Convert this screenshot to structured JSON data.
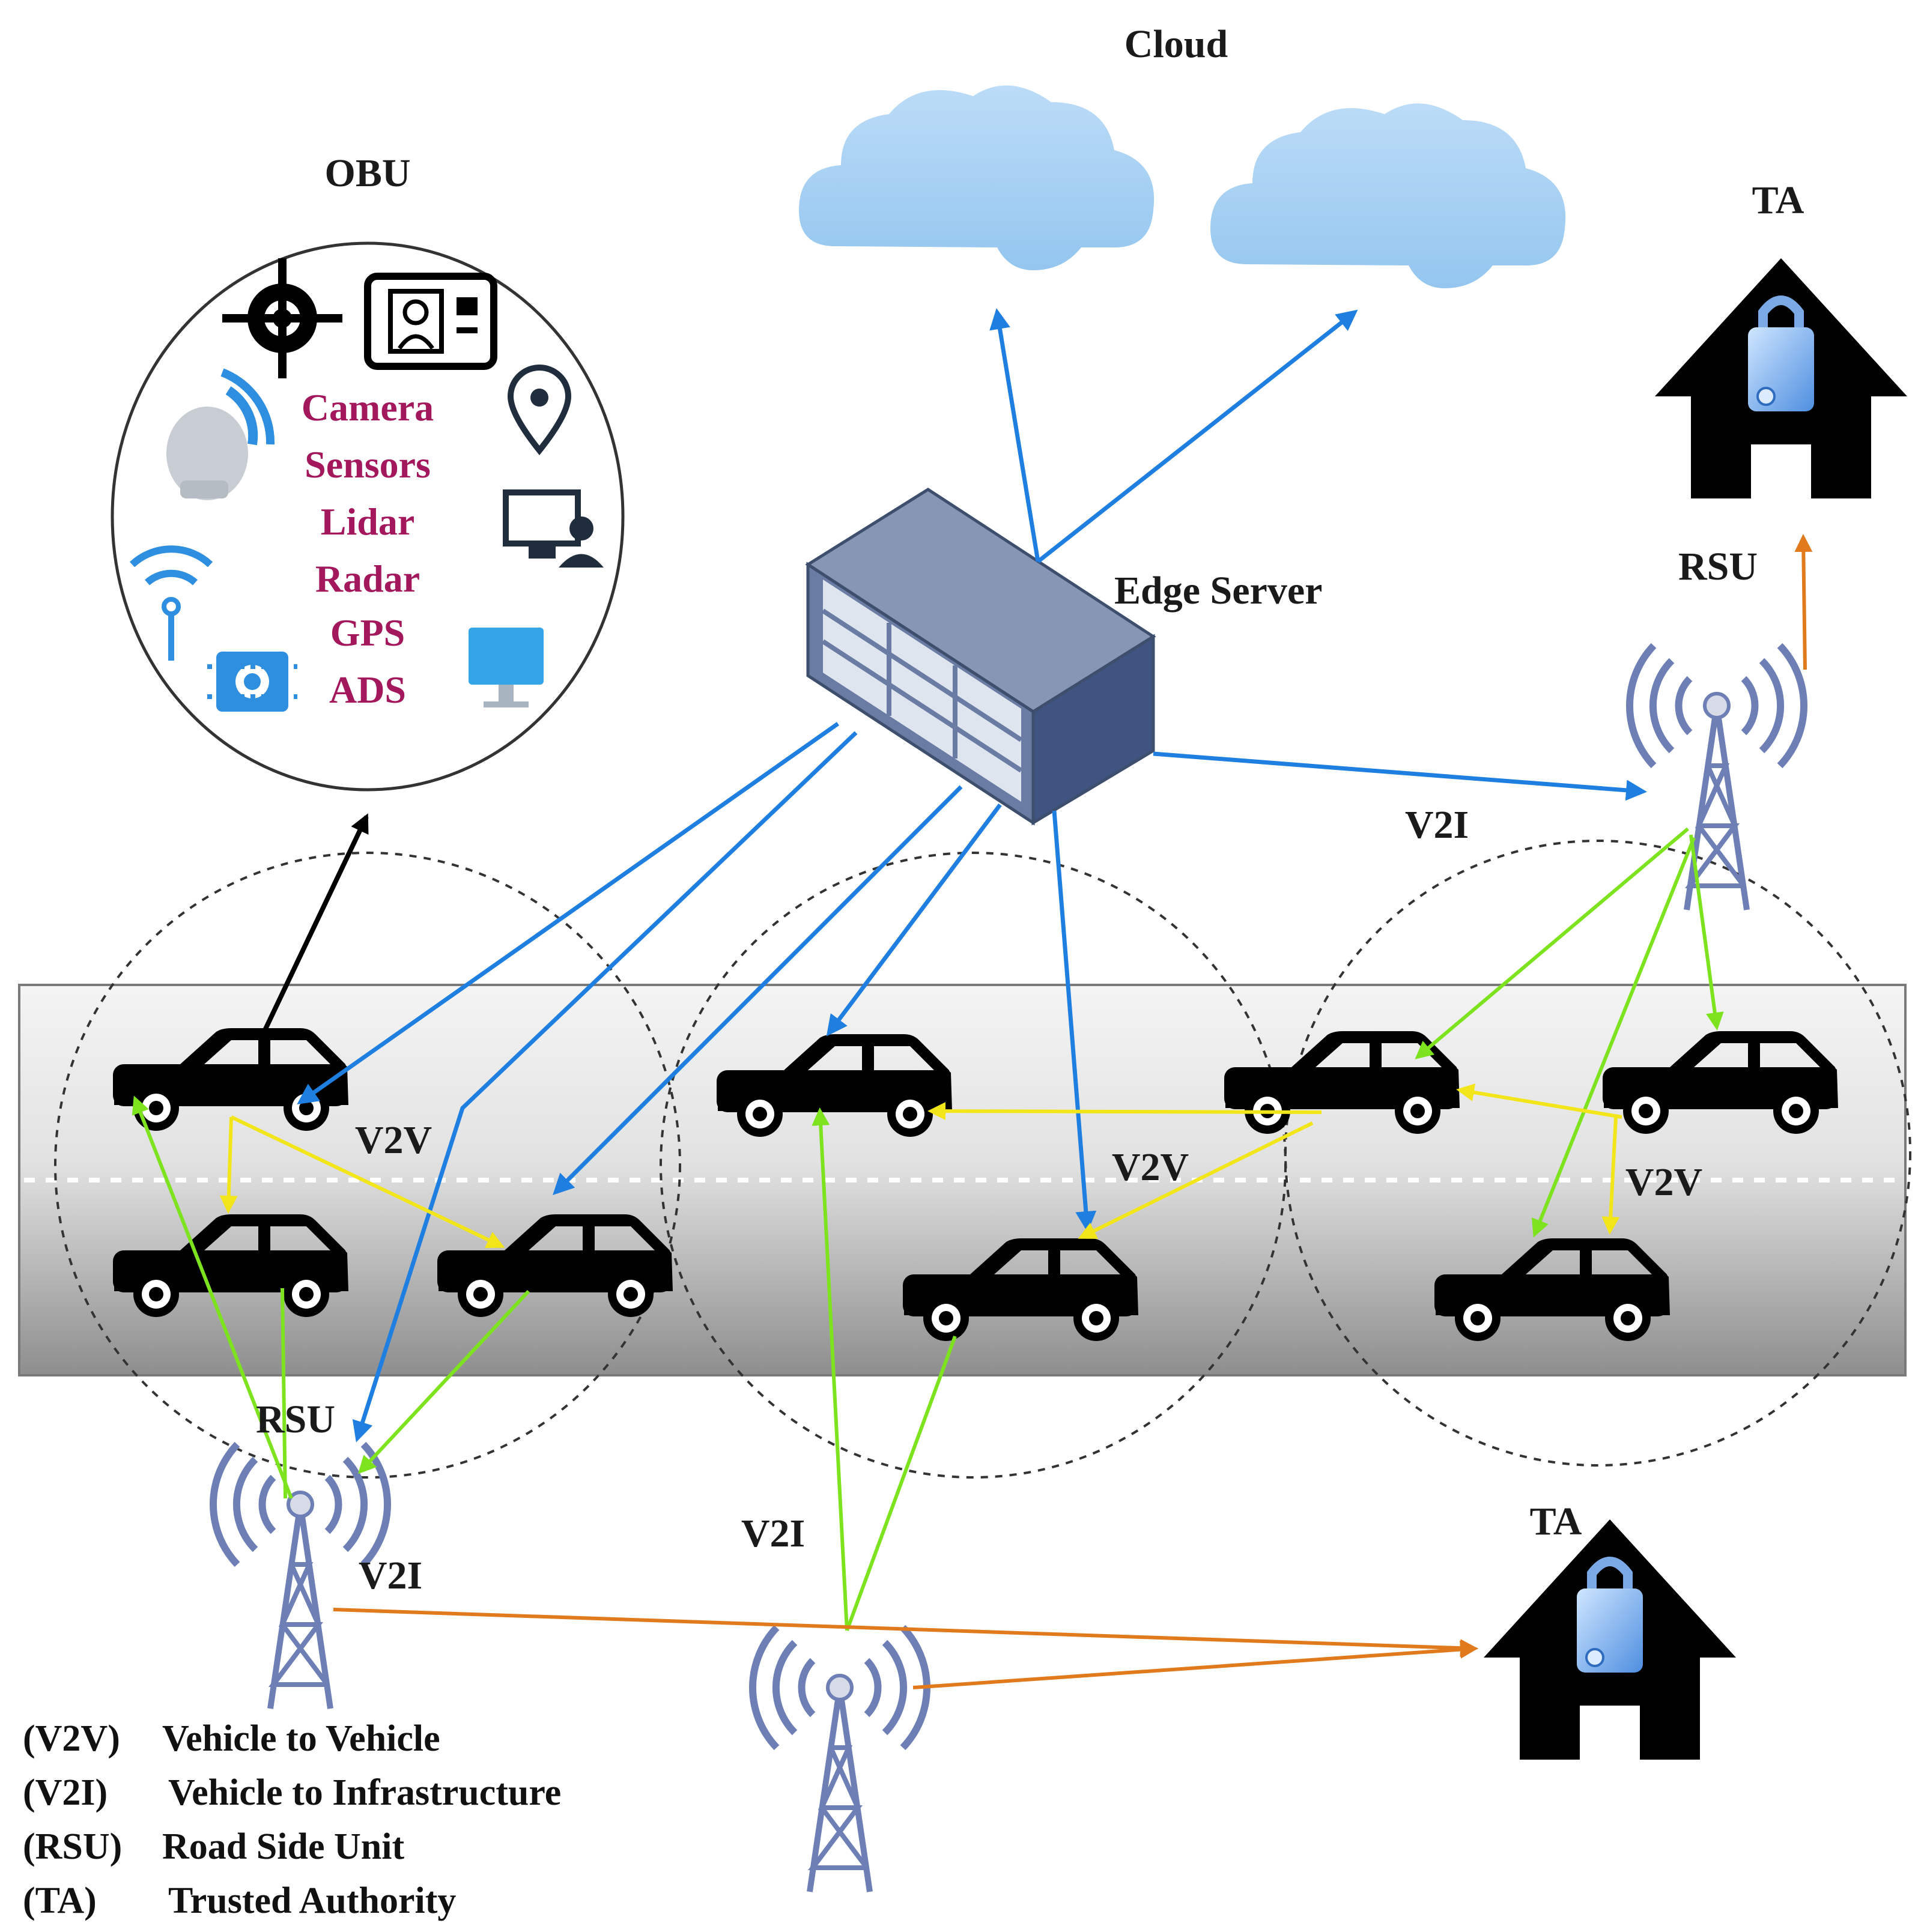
{
  "labels": {
    "cloud": "Cloud",
    "obu": "OBU",
    "edge_server": "Edge Server",
    "ta_top": "TA",
    "ta_bottom": "TA",
    "rsu_right": "RSU",
    "rsu_left": "RSU",
    "v2i_right": "V2I",
    "v2i_left": "V2I",
    "v2i_bottom": "V2I",
    "v2v_left": "V2V",
    "v2v_middle": "V2V",
    "v2v_right": "V2V"
  },
  "obu_items": [
    "Camera",
    "Sensors",
    "Lidar",
    "Radar",
    "GPS",
    "ADS"
  ],
  "legend": [
    {
      "abbr": "(V2V)",
      "text": "Vehicle to Vehicle"
    },
    {
      "abbr": "(V2I)",
      "text": "Vehicle to Infrastructure"
    },
    {
      "abbr": "(RSU)",
      "text": "Road Side Unit"
    },
    {
      "abbr": "(TA)",
      "text": "Trusted Authority"
    }
  ],
  "icons": {
    "obu": [
      "target-icon",
      "id-card-icon",
      "satellite-dish-icon",
      "location-pin-icon",
      "wifi-antenna-icon",
      "monitor-user-icon",
      "camera-chip-icon",
      "desktop-monitor-icon"
    ],
    "infrastructure": [
      "cloud-icon",
      "edge-server-icon",
      "rsu-tower-icon",
      "trusted-authority-house-icon",
      "padlock-icon",
      "car-icon"
    ]
  },
  "colors": {
    "edge_links": "#1e7fe0",
    "v2i_links": "#7ee31f",
    "v2v_links": "#f2e61a",
    "ta_links": "#e07a1c",
    "obu_link": "#000000",
    "obu_text": "#a3175c",
    "tower": "#6d7fb5",
    "cloud": "#a7d1f3"
  }
}
